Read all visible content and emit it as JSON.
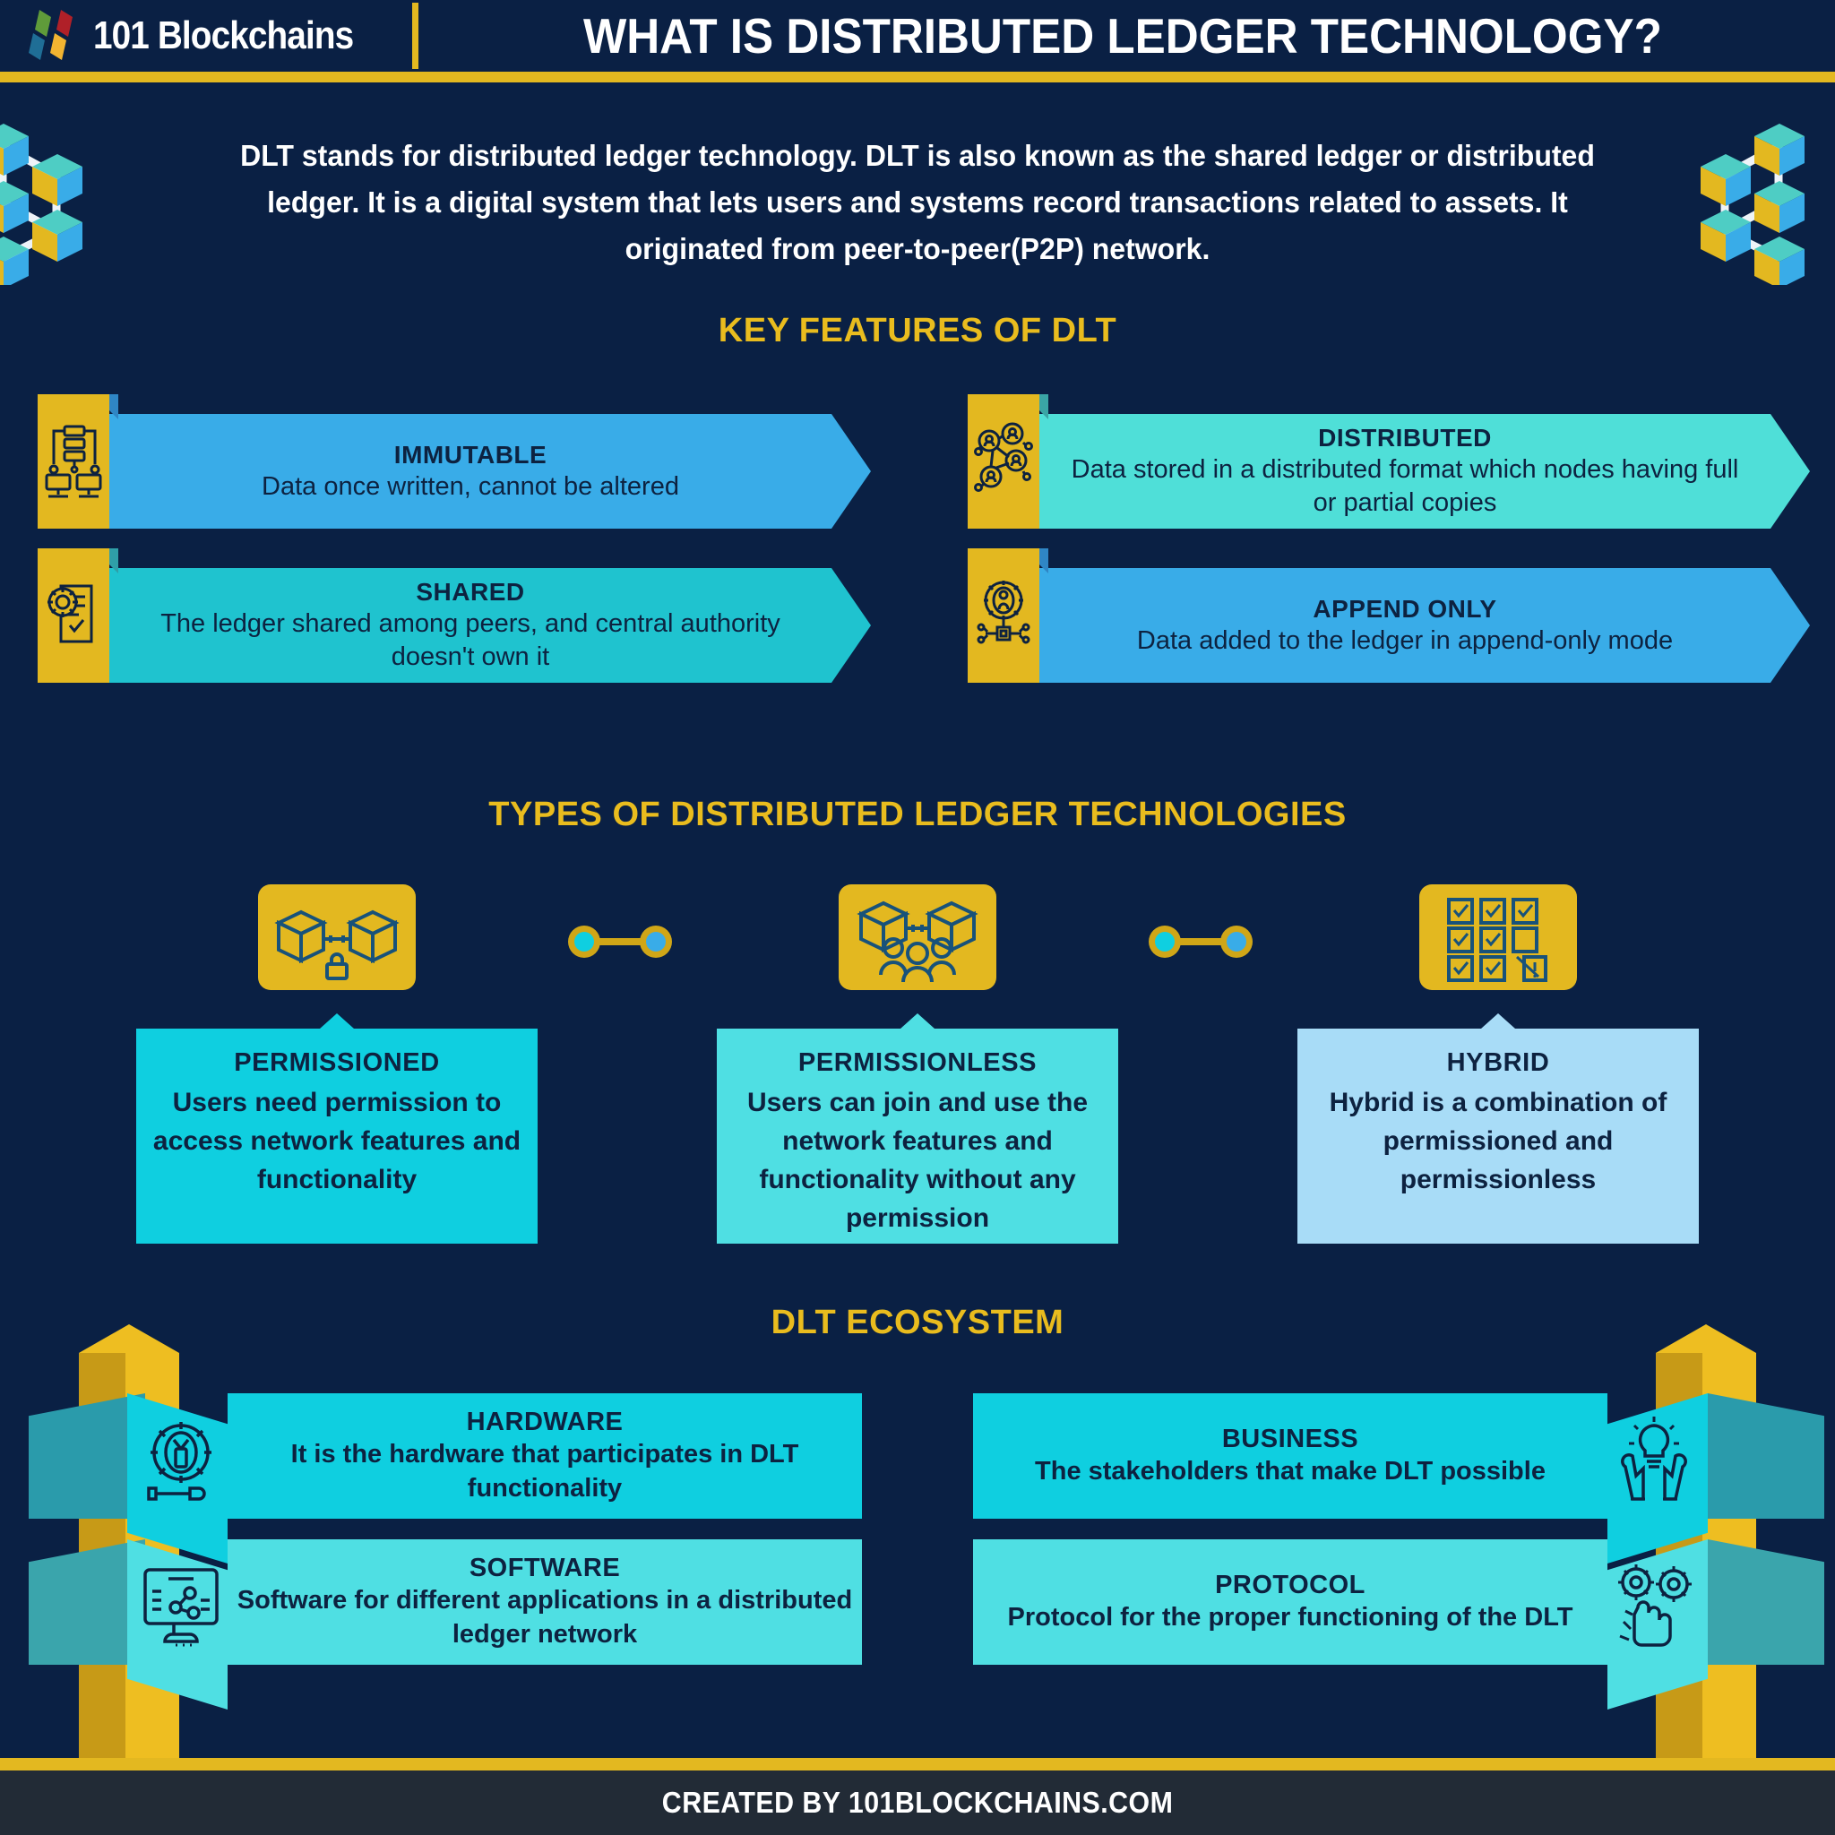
{
  "colors": {
    "bg": "#0a2044",
    "gold": "#e3b820",
    "gold_dark": "#c79a17",
    "navy_text": "#0d2240",
    "white": "#ffffff",
    "blue": "#39ace8",
    "turquoise": "#4fdfd8",
    "teal": "#1fc3cf",
    "cyan": "#0fcfe0",
    "cyan_soft": "#4fdfe3",
    "light_blue": "#a8dcf7",
    "footer_bg": "#222b36"
  },
  "header": {
    "logo_text": "101 Blockchains",
    "title": "WHAT IS DISTRIBUTED LEDGER TECHNOLOGY?"
  },
  "intro": {
    "text": "DLT stands for distributed ledger technology. DLT is also known as the shared ledger or distributed ledger. It is a digital system that lets users and systems record transactions related to assets. It originated from peer-to-peer(P2P) network."
  },
  "sections": {
    "key_features": "KEY FEATURES OF DLT",
    "types": "TYPES OF DISTRIBUTED LEDGER TECHNOLOGIES",
    "ecosystem": "DLT ECOSYSTEM"
  },
  "key_features": [
    {
      "title": "IMMUTABLE",
      "desc": "Data once written, cannot be altered",
      "color": "#39ace8",
      "icon": "servers-icon"
    },
    {
      "title": "DISTRIBUTED",
      "desc": "Data stored in a distributed format which nodes having full or partial copies",
      "color": "#4fdfd8",
      "icon": "network-nodes-icon"
    },
    {
      "title": "SHARED",
      "desc": "The ledger shared among peers, and central authority doesn't own it",
      "color": "#1fc3cf",
      "icon": "document-gear-icon"
    },
    {
      "title": "APPEND ONLY",
      "desc": "Data added to the ledger in append-only mode",
      "color": "#39ace8",
      "icon": "gear-circuit-icon"
    }
  ],
  "types": [
    {
      "title": "PERMISSIONED",
      "desc": "Users need permission to access network features and functionality",
      "color": "#0fcfe0",
      "icon": "blocks-lock-icon"
    },
    {
      "title": "PERMISSIONLESS",
      "desc": "Users can join and use the network features and functionality without any permission",
      "color": "#4fdfe3",
      "icon": "blocks-people-icon"
    },
    {
      "title": "HYBRID",
      "desc": "Hybrid is a combination of permissioned and permissionless",
      "color": "#a8dcf7",
      "icon": "checklist-grid-icon"
    }
  ],
  "connectors": [
    {
      "left_fill": "#0fcfe0",
      "right_fill": "#39ace8"
    },
    {
      "left_fill": "#0fcfe0",
      "right_fill": "#39ace8"
    }
  ],
  "ecosystem": [
    {
      "title": "HARDWARE",
      "desc": "It is the hardware that participates in DLT functionality",
      "color": "#0fcfe0",
      "icon": "gear-screwdriver-icon",
      "side": "left"
    },
    {
      "title": "BUSINESS",
      "desc": "The stakeholders that make DLT possible",
      "color": "#0fcfe0",
      "icon": "hands-bulb-icon",
      "side": "right"
    },
    {
      "title": "SOFTWARE",
      "desc": "Software for different applications in a distributed ledger network",
      "color": "#4fdfe3",
      "icon": "monitor-share-icon",
      "side": "left"
    },
    {
      "title": "PROTOCOL",
      "desc": "Protocol for the proper functioning of the DLT",
      "color": "#4fdfe3",
      "icon": "gears-hand-icon",
      "side": "right"
    }
  ],
  "footer": {
    "credit": "CREATED BY 101BLOCKCHAINS.COM"
  }
}
